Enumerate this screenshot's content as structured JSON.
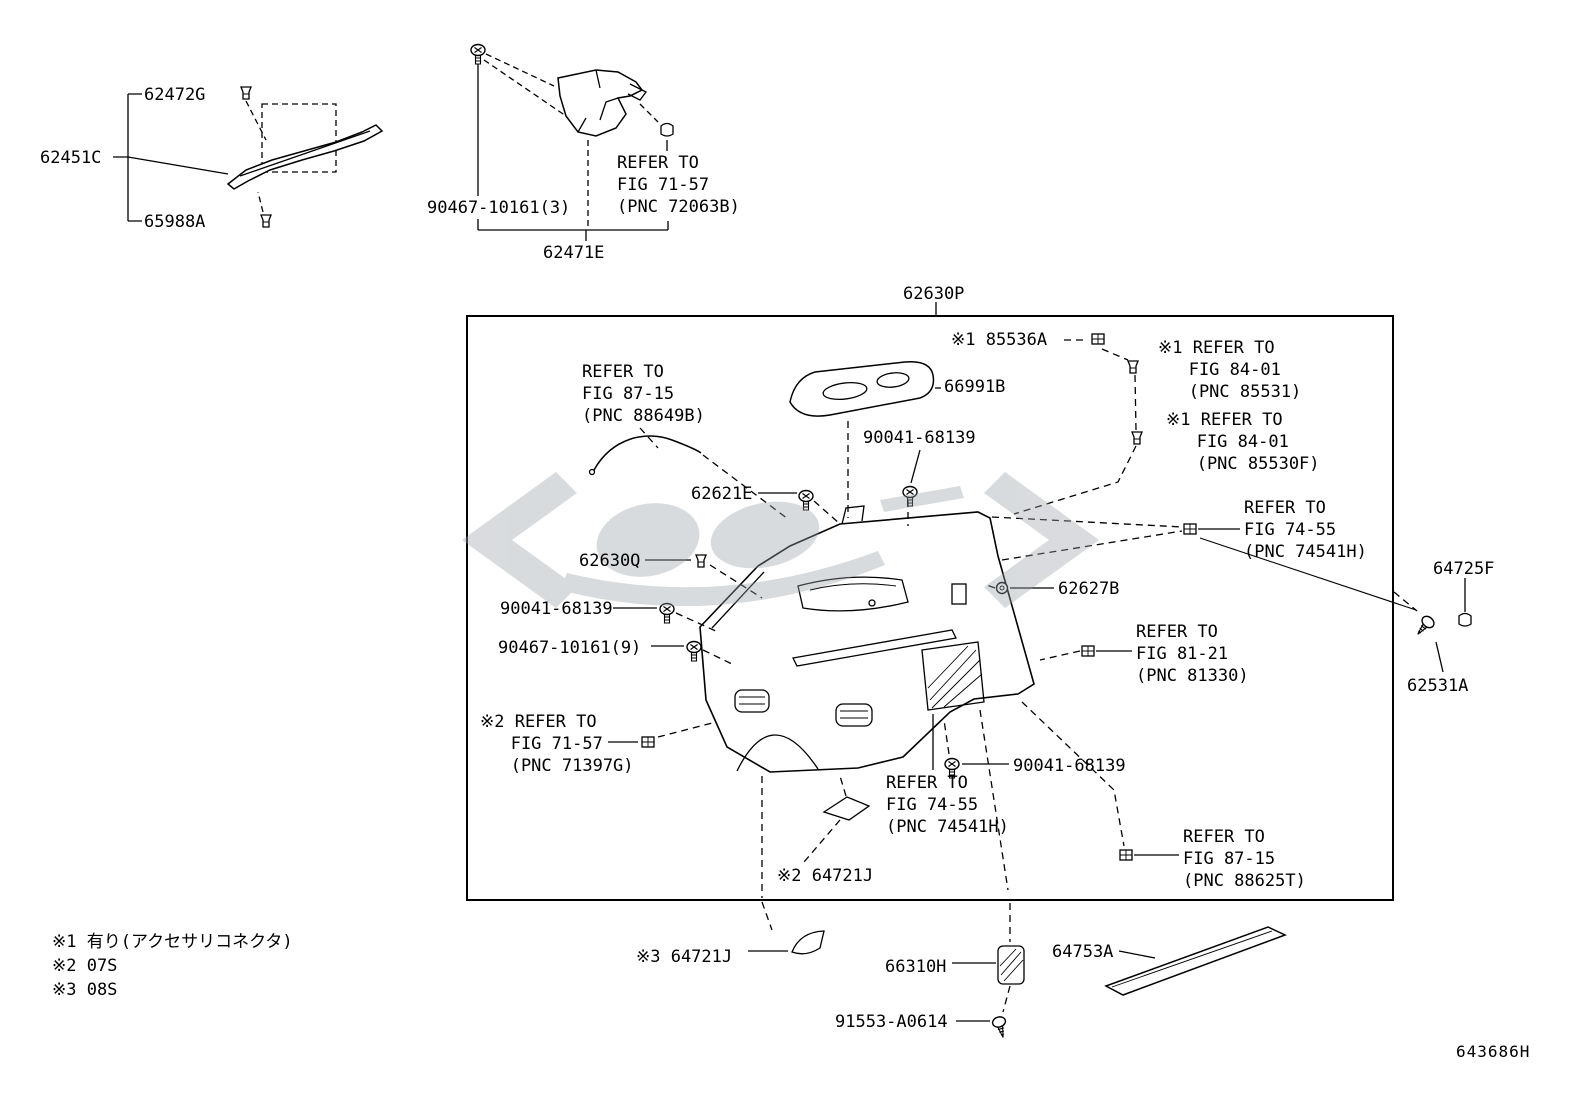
{
  "drawing_id": "643686H",
  "callouts": {
    "c62472G": "62472G",
    "c62451C": "62451C",
    "c65988A": "65988A",
    "c90467_3": "90467-10161(3)",
    "c62471E": "62471E",
    "ref72063B": "REFER TO\nFIG 71-57\n(PNC 72063B)",
    "c62630P": "62630P",
    "c85536A": "※1 85536A",
    "ref85531": "※1 REFER TO\n   FIG 84-01\n   (PNC 85531)",
    "ref85530F": "※1 REFER TO\n   FIG 84-01\n   (PNC 85530F)",
    "ref88649B": "REFER TO\nFIG 87-15\n(PNC 88649B)",
    "c66991B": "66991B",
    "c90041_a": "90041-68139",
    "c62621E": "62621E",
    "c62630Q": "62630Q",
    "c90041_b": "90041-68139",
    "c90467_9": "90467-10161(9)",
    "c62627B": "62627B",
    "ref74541H_a": "REFER TO\nFIG 74-55\n(PNC 74541H)",
    "ref81330": "REFER TO\nFIG 81-21\n(PNC 81330)",
    "ref71397G": "※2 REFER TO\n   FIG 71-57\n   (PNC 71397G)",
    "c90041_c": "90041-68139",
    "ref74541H_b": "REFER TO\nFIG 74-55\n(PNC 74541H)",
    "c64721J_2": "※2 64721J",
    "ref88625T": "REFER TO\nFIG 87-15\n(PNC 88625T)",
    "c64725F": "64725F",
    "c62531A": "62531A",
    "c64721J_3": "※3 64721J",
    "c66310H": "66310H",
    "c64753A": "64753A",
    "c91553": "91553-A0614"
  },
  "notes": [
    "※1 有り(アクセサリコネクタ)",
    "※2 07S",
    "※3 08S"
  ],
  "colors": {
    "line": "#000000",
    "watermark": "#9aa1a8"
  }
}
